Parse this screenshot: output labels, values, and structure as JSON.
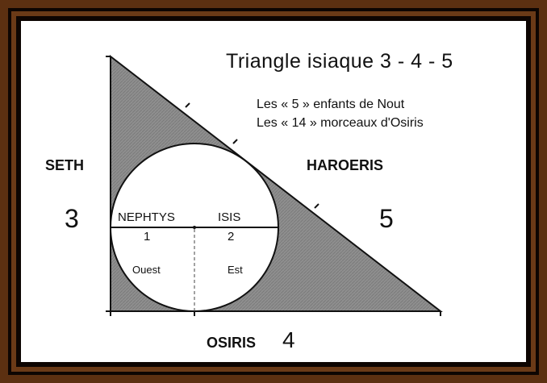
{
  "title": "Triangle isiaque 3 - 4 - 5",
  "subtitle_lines": [
    "Les  « 5 » enfants de Nout",
    "Les « 14 » morceaux d'Osiris"
  ],
  "sides": {
    "vertical": {
      "name": "SETH",
      "length": "3"
    },
    "hypotenuse": {
      "name": "HAROERIS",
      "length": "5"
    },
    "base": {
      "name": "OSIRIS",
      "length": "4"
    }
  },
  "circle": {
    "left_name": "NEPHTYS",
    "left_number": "1",
    "left_direction": "Ouest",
    "right_name": "ISIS",
    "right_number": "2",
    "right_direction": "Est"
  },
  "colors": {
    "triangle_fill": "#8c8c8c",
    "circle_fill": "#ffffff",
    "line": "#111111",
    "frame_brown": "#5c3011",
    "frame_dark": "#0d0502"
  }
}
